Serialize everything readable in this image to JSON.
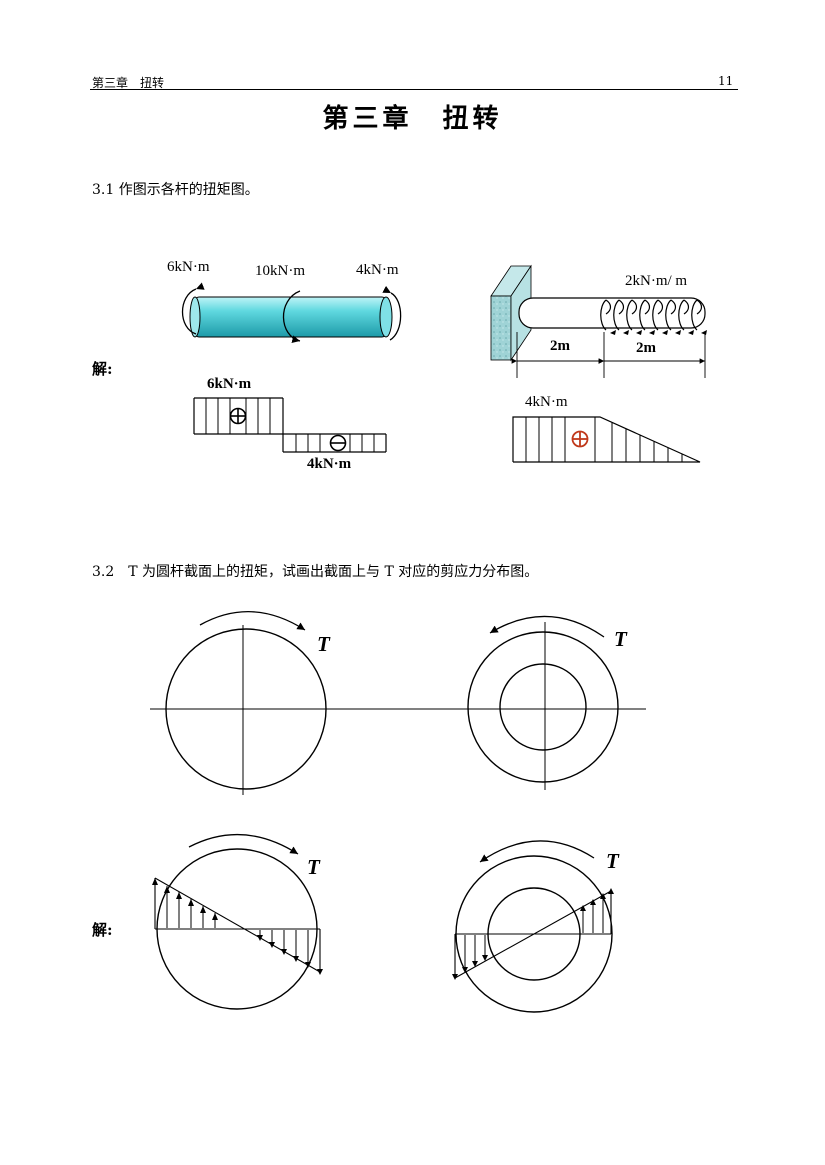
{
  "header": {
    "chapter": "第三章　扭转",
    "page_number": "11"
  },
  "title": "第三章　扭转",
  "problem_1": {
    "statement": "3.1  作图示各杆的扭矩图。",
    "left": {
      "m1": "6kN·m",
      "m2": "10kN·m",
      "m3": "4kN·m"
    },
    "right": {
      "load": "2kN·m/ m",
      "len1": "2m",
      "len2": "2m"
    },
    "solution_label": "解:",
    "answer_left": {
      "top_value": "6kN·m",
      "bottom_value": "4kN·m"
    },
    "answer_right": {
      "value": "4kN·m"
    }
  },
  "problem_2": {
    "statement": "3.2　T 为圆杆截面上的扭矩，试画出截面上与 T 对应的剪应力分布图。",
    "torque_label": "T",
    "solution_label": "解:"
  }
}
